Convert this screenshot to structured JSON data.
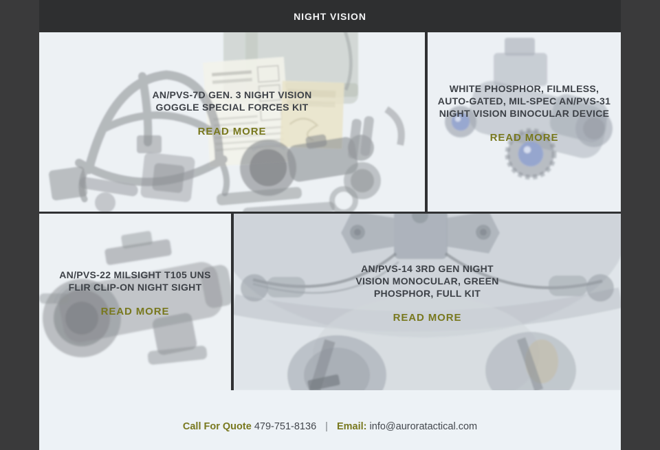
{
  "header": {
    "title": "NIGHT VISION"
  },
  "cards": [
    {
      "photo_name": "anpvs7d-goggle-kit-photo",
      "lines": [
        "AN/PVS-7D GEN. 3 NIGHT VISION",
        "GOGGLE SPECIAL FORCES KIT"
      ],
      "cta": "READ MORE"
    },
    {
      "photo_name": "anpvs31-binocular-photo",
      "lines": [
        "WHITE PHOSPHOR, FILMLESS,",
        "AUTO-GATED, MIL-SPEC AN/PVS-31",
        "NIGHT VISION BINOCULAR DEVICE"
      ],
      "cta": "READ MORE"
    },
    {
      "photo_name": "anpvs22-clipon-sight-photo",
      "lines": [
        "AN/PVS-22 MILSIGHT T105 UNS",
        "FLIR CLIP-ON NIGHT SIGHT"
      ],
      "cta": "READ MORE"
    },
    {
      "photo_name": "anpvs14-helmet-kit-photo",
      "lines": [
        "AN/PVS-14 3RD GEN NIGHT",
        "VISION MONOCULAR, GREEN",
        "PHOSPHOR, FULL KIT"
      ],
      "cta": "READ MORE"
    }
  ],
  "footer": {
    "call_label": "Call For Quote",
    "phone": "479-751-8136",
    "separator": "|",
    "email_label": "Email:",
    "email": "info@auroratactical.com"
  },
  "colors": {
    "page_bg": "#3a3a3b",
    "header_bg": "#2e2f30",
    "card_bg": "#edf1f5",
    "divider": "#303133",
    "title_text": "#3d4147",
    "accent_olive": "#78781e",
    "footer_bg": "#edf2f6"
  }
}
